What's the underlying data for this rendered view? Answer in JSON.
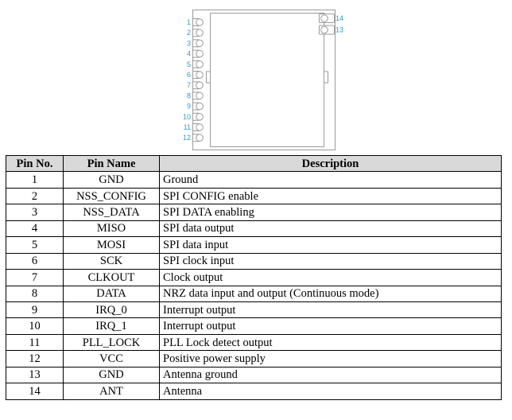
{
  "diagram": {
    "left_pin_labels": [
      "1",
      "2",
      "3",
      "4",
      "5",
      "6",
      "7",
      "8",
      "9",
      "10",
      "11",
      "12"
    ],
    "right_pin_labels": [
      "14",
      "13"
    ]
  },
  "table": {
    "headers": [
      "Pin No.",
      "Pin Name",
      "Description"
    ],
    "rows": [
      {
        "no": "1",
        "name": "GND",
        "desc": "Ground"
      },
      {
        "no": "2",
        "name": "NSS_CONFIG",
        "desc": "SPI CONFIG enable"
      },
      {
        "no": "3",
        "name": "NSS_DATA",
        "desc": "SPI DATA enabling"
      },
      {
        "no": "4",
        "name": "MISO",
        "desc": "SPI data output"
      },
      {
        "no": "5",
        "name": "MOSI",
        "desc": "SPI data input"
      },
      {
        "no": "6",
        "name": "SCK",
        "desc": "SPI clock input"
      },
      {
        "no": "7",
        "name": "CLKOUT",
        "desc": "Clock output"
      },
      {
        "no": "8",
        "name": "DATA",
        "desc": "NRZ data input and output (Continuous mode)"
      },
      {
        "no": "9",
        "name": "IRQ_0",
        "desc": "Interrupt output"
      },
      {
        "no": "10",
        "name": "IRQ_1",
        "desc": "Interrupt output"
      },
      {
        "no": "11",
        "name": "PLL_LOCK",
        "desc": "PLL Lock detect output"
      },
      {
        "no": "12",
        "name": "VCC",
        "desc": "Positive power supply"
      },
      {
        "no": "13",
        "name": "GND",
        "desc": "Antenna ground"
      },
      {
        "no": "14",
        "name": "ANT",
        "desc": "Antenna"
      }
    ]
  },
  "colors": {
    "pin_label": "#2e9ad6",
    "outline": "#9a9a9a",
    "header_bg": "#d9d9d9"
  }
}
